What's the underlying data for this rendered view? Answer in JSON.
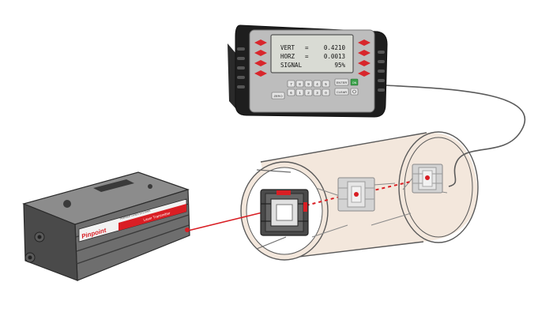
{
  "readout": {
    "vert_label": "VERT",
    "vert_eq": "=",
    "vert_value": "0.4210",
    "horz_label": "HORZ",
    "horz_eq": "=",
    "horz_value": "0.0013",
    "signal_label": "SIGNAL",
    "signal_value": "95%"
  },
  "keypad": {
    "zero_label": "ZERO",
    "enter_label": "ENTER",
    "clear_label": "CLEAR",
    "on_label": "ON",
    "digits_row1": [
      "7",
      "8",
      "9",
      "4",
      "5"
    ],
    "digits_row2": [
      "6",
      "1",
      "2",
      "3",
      "0"
    ]
  },
  "transmitter": {
    "brand": "Pinpoint",
    "label_strip": "Laser Transmitter",
    "small_text": "PINPOINT LASER SYSTEMS"
  },
  "colors": {
    "laser": "#d91e24",
    "side_button": "#d8262c",
    "lcd": "#d9dbd4",
    "pipe_fill": "#f3e7dc",
    "housing": "#5a5a5a"
  }
}
